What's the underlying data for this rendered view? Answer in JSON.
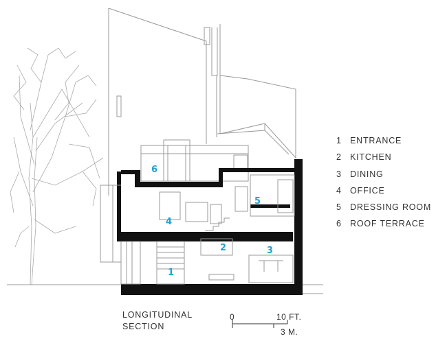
{
  "legend": [
    {
      "num": "1",
      "label": "ENTRANCE"
    },
    {
      "num": "2",
      "label": "KITCHEN"
    },
    {
      "num": "3",
      "label": "DINING"
    },
    {
      "num": "4",
      "label": "OFFICE"
    },
    {
      "num": "5",
      "label": "DRESSING ROOM"
    },
    {
      "num": "6",
      "label": "ROOF TERRACE"
    }
  ],
  "rooms": [
    "1",
    "2",
    "3",
    "4",
    "5",
    "6"
  ],
  "title": {
    "line1": "LONGITUDINAL",
    "line2": "SECTION"
  },
  "scale": {
    "zero": "0",
    "feet": "10 FT.",
    "meters": "3 M."
  },
  "colors": {
    "accent": "#1fa3d1",
    "wall": "#111111",
    "line": "#999999"
  }
}
